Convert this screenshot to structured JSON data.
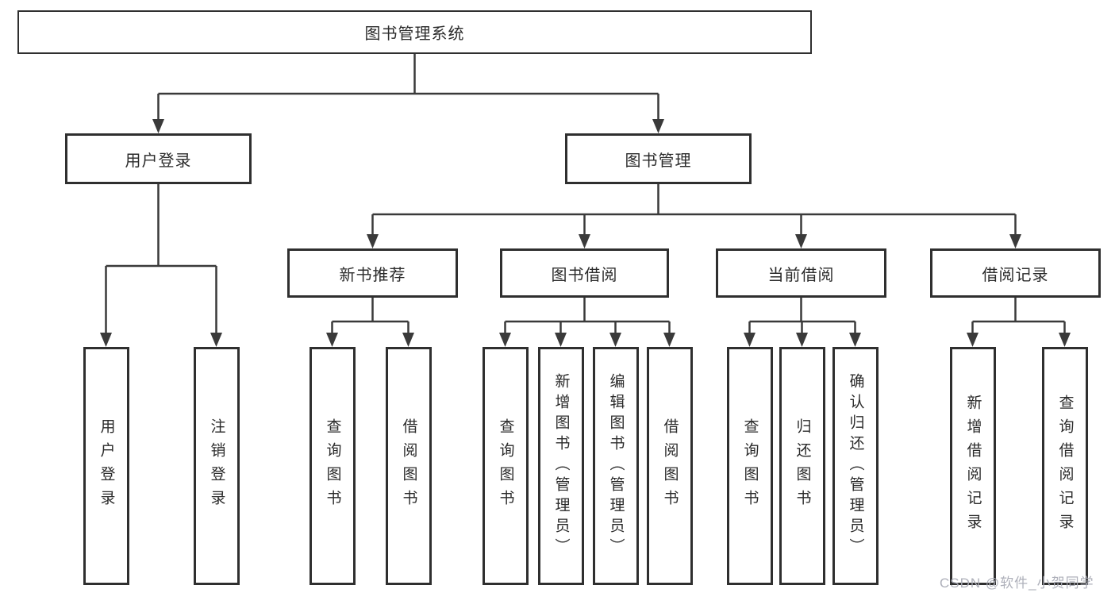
{
  "diagram": {
    "root": {
      "label": "图书管理系统"
    },
    "branches": [
      {
        "label": "用户登录",
        "children": [
          {
            "label": "用户登录"
          },
          {
            "label": "注销登录"
          }
        ]
      },
      {
        "label": "图书管理",
        "children": [
          {
            "label": "新书推荐",
            "children": [
              {
                "label": "查询图书"
              },
              {
                "label": "借阅图书"
              }
            ]
          },
          {
            "label": "图书借阅",
            "children": [
              {
                "label": "查询图书"
              },
              {
                "label": "新增图书（管理员）"
              },
              {
                "label": "编辑图书（管理员）"
              },
              {
                "label": "借阅图书"
              }
            ]
          },
          {
            "label": "当前借阅",
            "children": [
              {
                "label": "查询图书"
              },
              {
                "label": "归还图书"
              },
              {
                "label": "确认归还（管理员）"
              }
            ]
          },
          {
            "label": "借阅记录",
            "children": [
              {
                "label": "新增借阅记录"
              },
              {
                "label": "查询借阅记录"
              }
            ]
          }
        ]
      }
    ]
  },
  "watermark": {
    "text": "CSDN @软件_小贺同学"
  },
  "colors": {
    "line": "#3a3a3a",
    "box_border": "#2f2f2f",
    "text": "#2b2b2b",
    "watermark": "#aaacb6",
    "background": "#ffffff"
  }
}
